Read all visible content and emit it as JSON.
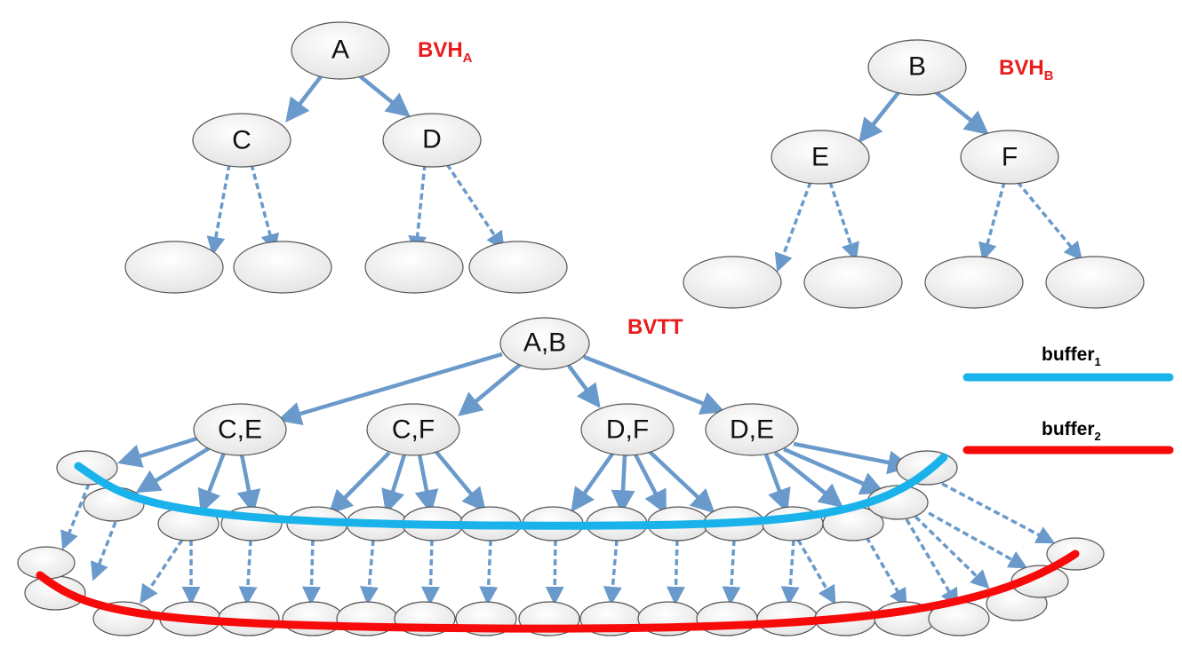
{
  "titles": {
    "bvh_a": {
      "main": "BVH",
      "sub": "A"
    },
    "bvh_b": {
      "main": "BVH",
      "sub": "B"
    },
    "bvtt": "BVTT"
  },
  "nodes": {
    "a_root": "A",
    "a_left": "C",
    "a_right": "D",
    "b_root": "B",
    "b_left": "E",
    "b_right": "F",
    "t_root": "A,B",
    "t_ce": "C,E",
    "t_cf": "C,F",
    "t_df": "D,F",
    "t_de": "D,E"
  },
  "legend": {
    "buffer1": {
      "main": "buffer",
      "sub": "1",
      "color": "#1AB2EA"
    },
    "buffer2": {
      "main": "buffer",
      "sub": "2",
      "color": "#F70A0A"
    }
  },
  "colors": {
    "title_red": "#E81C1C",
    "arrow": "#6A9ACB",
    "node_stroke": "#555555"
  }
}
